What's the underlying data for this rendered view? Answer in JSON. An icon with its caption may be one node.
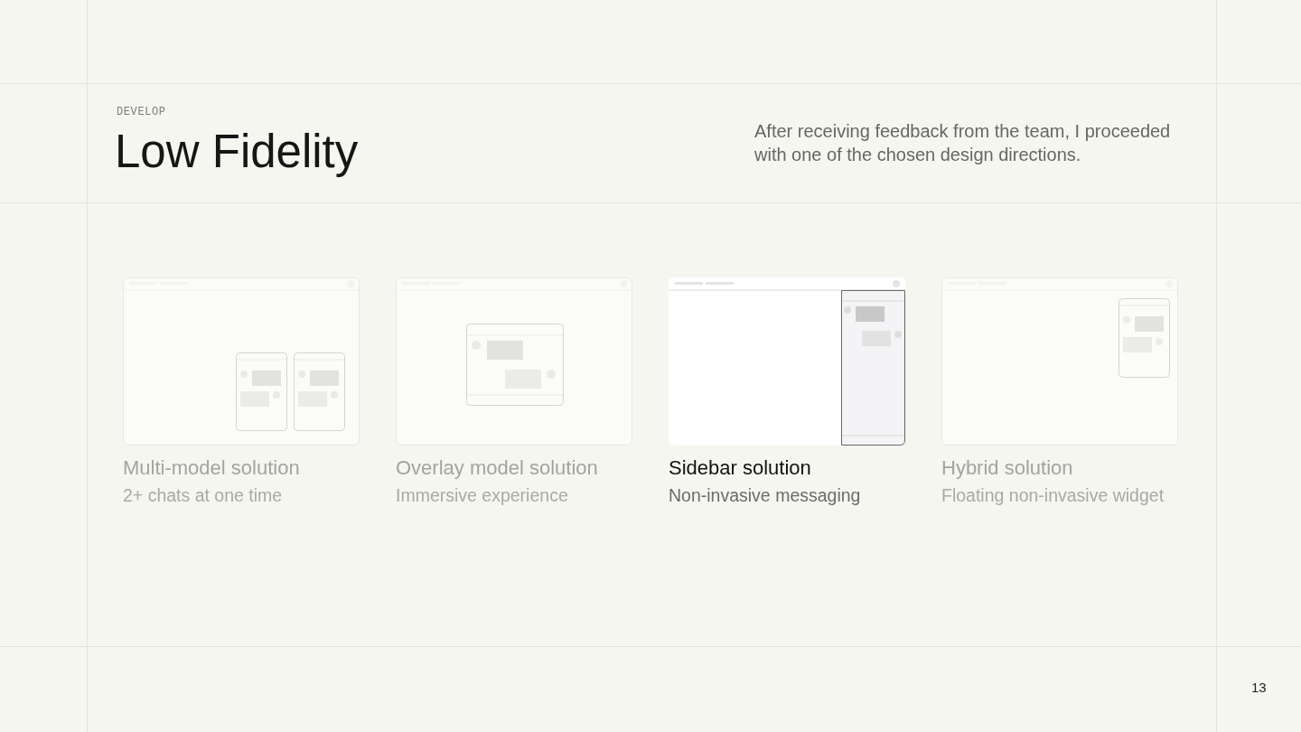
{
  "diagram": {
    "title": "Low Fidelity",
    "nodes": [
      {
        "text": [
          "Multi-model solution",
          "2+ chats at one time"
        ]
      },
      {
        "text": [
          "Overlay model solution",
          "Immersive experience"
        ]
      },
      {
        "text": [
          "Sidebar solution",
          "Non-invasive messaging"
        ]
      },
      {
        "text": [
          "Hybrid solution",
          "Floating non-invasive widget"
        ]
      }
    ],
    "labels": [
      "DEVELOP",
      "After receiving feedback from the team, I proceeded with one of the chosen design directions.",
      "13"
    ]
  }
}
